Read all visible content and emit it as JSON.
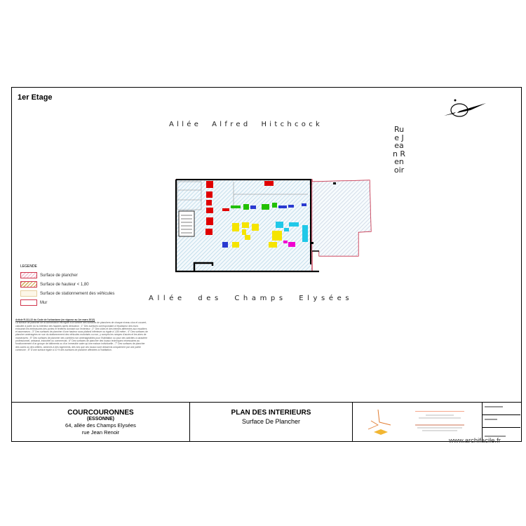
{
  "sheet": {
    "floor_title": "1er Etage",
    "streets": {
      "north": "Allée  Alfred  Hitchcock",
      "south": "Allée  des  Champs  Elysées",
      "east": "Rue Jean Renoir"
    }
  },
  "legend": {
    "title": "LEGENDE",
    "items": [
      {
        "label": "Surface de plancher",
        "kind": "surface"
      },
      {
        "label": "Surface de hauteur < 1,80",
        "kind": "h18"
      },
      {
        "label": "Surface de stationnement des véhicules",
        "kind": "station"
      },
      {
        "label": "Mur",
        "kind": "mur"
      }
    ]
  },
  "notes": {
    "title": "Article R.111-22 du Code de l'urbanisme (en vigueur au 1er mars 2012)",
    "body": "La surface de plancher de la construction est égale à la somme des surfaces de planchers de chaque niveau clos et couvert, calculée à partir du nu intérieur des façades après déduction : 1° Des surfaces correspondant à l'épaisseur des murs entourant les embrasures des portes et fenêtres donnant sur l'extérieur ; 2° Des vides et des trémies afférentes aux escaliers et ascenseurs ; 3° Des surfaces de plancher d'une hauteur sous plafond inférieure ou égale à 1,80 mètre ; 4° Des surfaces de plancher aménagées en vue du stationnement des véhicules motorisés ou non, y compris les rampes d'accès et les aires de manœuvres ; 5° Des surfaces de plancher des combles non aménageables pour l'habitation ou pour des activités à caractère professionnel, artisanal, industriel ou commercial ; 6° Des surfaces de plancher des locaux techniques nécessaires au fonctionnement d'un groupe de bâtiments ou d'un immeuble autre qu'une maison individuelle ; 7° Des surfaces de plancher des caves ou des celliers, annexes à des logements, dès lors que ces locaux sont desservis uniquement par une partie commune ; 8° D'une surface égale à 10 % des surfaces de plancher affectées à l'habitation."
  },
  "cartouche": {
    "city": "COURCOURONNES",
    "dept": "(ESSONNE)",
    "address1": "64, allée des Champs Elysées",
    "address2": "rue Jean Renoir",
    "plan_title": "PLAN DES INTERIEURS",
    "plan_subtitle": "Surface De Plancher"
  },
  "watermark": "www.archifacile.fr",
  "colors": {
    "wall": "#c4213d",
    "hatch": "#b8d8e8",
    "desk_red": "#e00000",
    "desk_green": "#22c000",
    "desk_yellow": "#f5e400",
    "desk_blue": "#2a3ad0",
    "desk_cyan": "#20c8e8",
    "desk_magenta": "#f000d0"
  }
}
